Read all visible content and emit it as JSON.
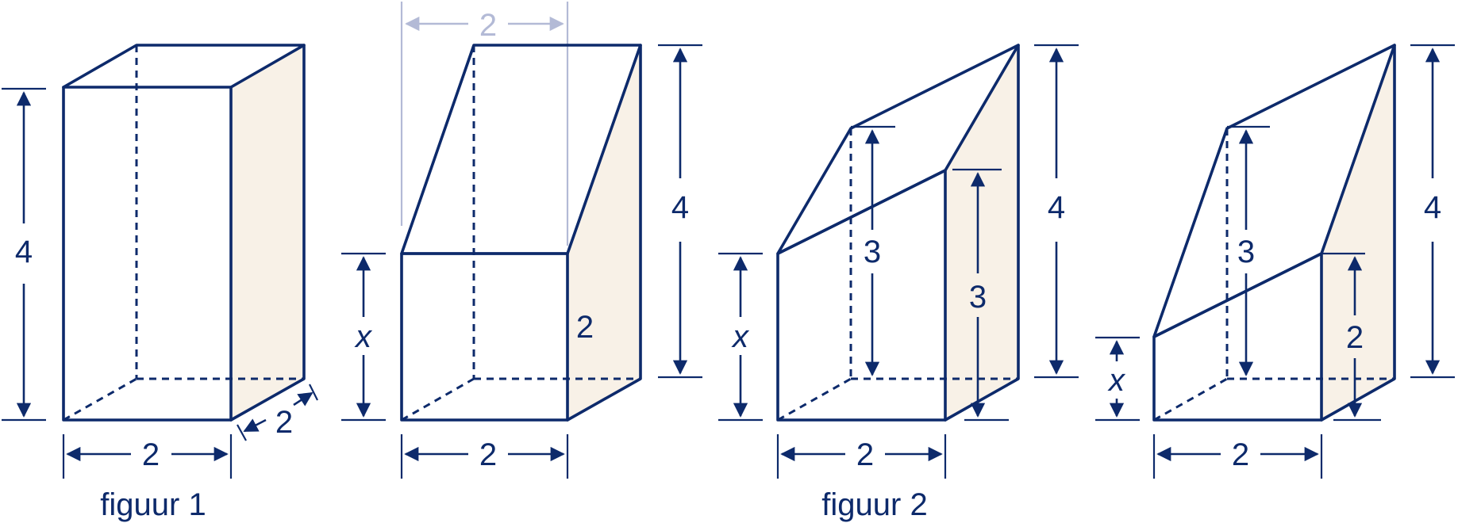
{
  "captions": {
    "figure1": "figuur 1",
    "figure2": "figuur 2"
  },
  "figure1": {
    "height_label": "4",
    "width_label": "2",
    "depth_label": "2"
  },
  "figure2": {
    "prism_a": {
      "top_offset_label": "2",
      "front_height_label": "x",
      "side_label": "2",
      "back_height_label": "4",
      "width_label": "2"
    },
    "prism_b": {
      "front_height_label": "x",
      "inner_back_label": "3",
      "inner_front_label": "3",
      "back_height_label": "4",
      "width_label": "2"
    },
    "prism_c": {
      "front_height_label": "x",
      "inner_back_label": "3",
      "inner_front_label": "2",
      "back_height_label": "4",
      "width_label": "2"
    }
  },
  "colors": {
    "ink": "#0d2a6b",
    "face": "#f8f1e7",
    "faded": "#b3bad6"
  }
}
